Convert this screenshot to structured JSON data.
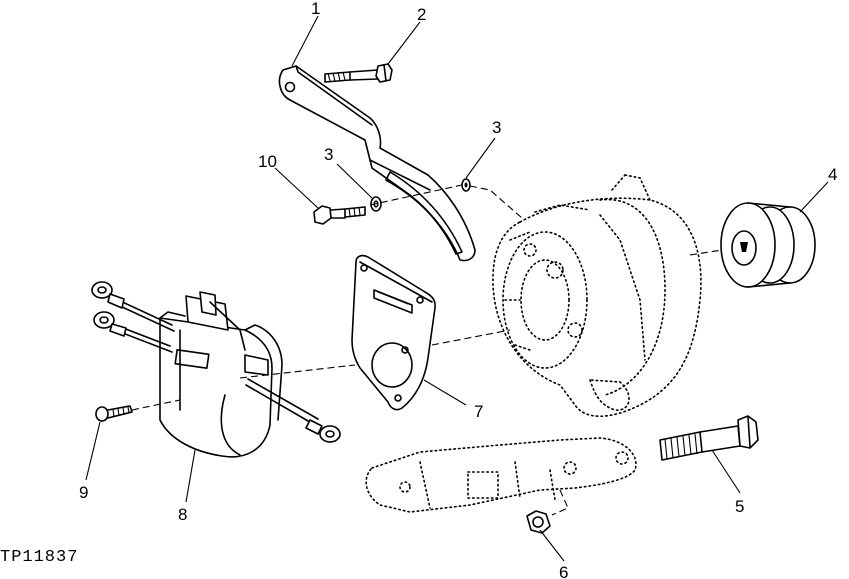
{
  "figure": {
    "reference_code": "TP11837",
    "callouts": [
      {
        "id": "c1",
        "label": "1"
      },
      {
        "id": "c2",
        "label": "2"
      },
      {
        "id": "c3a",
        "label": "3"
      },
      {
        "id": "c3b",
        "label": "3"
      },
      {
        "id": "c4",
        "label": "4"
      },
      {
        "id": "c5",
        "label": "5"
      },
      {
        "id": "c6",
        "label": "6"
      },
      {
        "id": "c7",
        "label": "7"
      },
      {
        "id": "c8",
        "label": "8"
      },
      {
        "id": "c9",
        "label": "9"
      },
      {
        "id": "c10",
        "label": "10"
      }
    ]
  },
  "colors": {
    "ink": "#000000",
    "paper": "#ffffff"
  }
}
